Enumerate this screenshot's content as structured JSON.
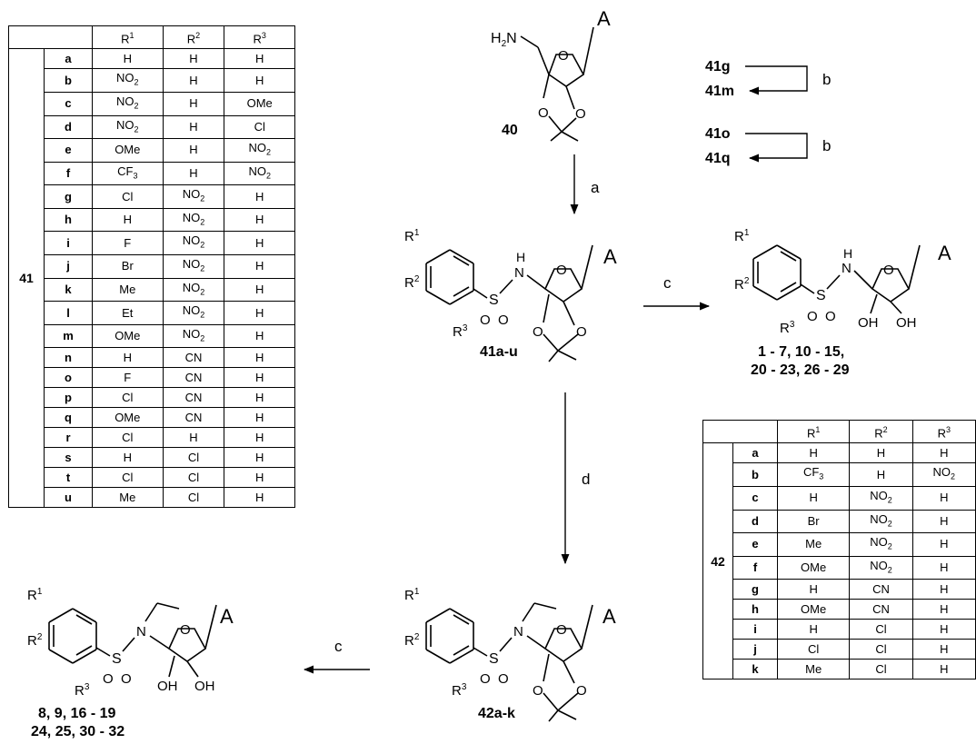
{
  "compound_start": "40",
  "substituent_A": "A",
  "amine_label": "H2N",
  "atoms": {
    "O": "O",
    "N": "N",
    "S": "S",
    "H": "H",
    "OH": "OH"
  },
  "substituents": {
    "r1": "R1",
    "r2": "R2",
    "r3": "R3"
  },
  "reagents": {
    "a": "a",
    "b": "b",
    "c": "c",
    "d": "d"
  },
  "products": {
    "sulfonamide_label": "41a-u",
    "diol_label_line1": "1 - 7, 10 - 15,",
    "diol_label_line2": "20 - 23, 26 - 29",
    "ethyl_label": "42a-k",
    "ethyl_diol_line1": "8, 9, 16 - 19",
    "ethyl_diol_line2": "24, 25, 30 - 32"
  },
  "conversions": [
    {
      "from": "41g",
      "to": "41m",
      "reagent": "b"
    },
    {
      "from": "41o",
      "to": "41q",
      "reagent": "b"
    }
  ],
  "table41": {
    "group": "41",
    "headers": [
      "R1",
      "R2",
      "R3"
    ],
    "rows": [
      {
        "key": "a",
        "r1": "H",
        "r2": "H",
        "r3": "H"
      },
      {
        "key": "b",
        "r1": "NO2",
        "r2": "H",
        "r3": "H"
      },
      {
        "key": "c",
        "r1": "NO2",
        "r2": "H",
        "r3": "OMe"
      },
      {
        "key": "d",
        "r1": "NO2",
        "r2": "H",
        "r3": "Cl"
      },
      {
        "key": "e",
        "r1": "OMe",
        "r2": "H",
        "r3": "NO2"
      },
      {
        "key": "f",
        "r1": "CF3",
        "r2": "H",
        "r3": "NO2"
      },
      {
        "key": "g",
        "r1": "Cl",
        "r2": "NO2",
        "r3": "H"
      },
      {
        "key": "h",
        "r1": "H",
        "r2": "NO2",
        "r3": "H"
      },
      {
        "key": "i",
        "r1": "F",
        "r2": "NO2",
        "r3": "H"
      },
      {
        "key": "j",
        "r1": "Br",
        "r2": "NO2",
        "r3": "H"
      },
      {
        "key": "k",
        "r1": "Me",
        "r2": "NO2",
        "r3": "H"
      },
      {
        "key": "l",
        "r1": "Et",
        "r2": "NO2",
        "r3": "H"
      },
      {
        "key": "m",
        "r1": "OMe",
        "r2": "NO2",
        "r3": "H"
      },
      {
        "key": "n",
        "r1": "H",
        "r2": "CN",
        "r3": "H"
      },
      {
        "key": "o",
        "r1": "F",
        "r2": "CN",
        "r3": "H"
      },
      {
        "key": "p",
        "r1": "Cl",
        "r2": "CN",
        "r3": "H"
      },
      {
        "key": "q",
        "r1": "OMe",
        "r2": "CN",
        "r3": "H"
      },
      {
        "key": "r",
        "r1": "Cl",
        "r2": "H",
        "r3": "H"
      },
      {
        "key": "s",
        "r1": "H",
        "r2": "Cl",
        "r3": "H"
      },
      {
        "key": "t",
        "r1": "Cl",
        "r2": "Cl",
        "r3": "H"
      },
      {
        "key": "u",
        "r1": "Me",
        "r2": "Cl",
        "r3": "H"
      }
    ]
  },
  "table42": {
    "group": "42",
    "headers": [
      "R1",
      "R2",
      "R3"
    ],
    "rows": [
      {
        "key": "a",
        "r1": "H",
        "r2": "H",
        "r3": "H"
      },
      {
        "key": "b",
        "r1": "CF3",
        "r2": "H",
        "r3": "NO2"
      },
      {
        "key": "c",
        "r1": "H",
        "r2": "NO2",
        "r3": "H"
      },
      {
        "key": "d",
        "r1": "Br",
        "r2": "NO2",
        "r3": "H"
      },
      {
        "key": "e",
        "r1": "Me",
        "r2": "NO2",
        "r3": "H"
      },
      {
        "key": "f",
        "r1": "OMe",
        "r2": "NO2",
        "r3": "H"
      },
      {
        "key": "g",
        "r1": "H",
        "r2": "CN",
        "r3": "H"
      },
      {
        "key": "h",
        "r1": "OMe",
        "r2": "CN",
        "r3": "H"
      },
      {
        "key": "i",
        "r1": "H",
        "r2": "Cl",
        "r3": "H"
      },
      {
        "key": "j",
        "r1": "Cl",
        "r2": "Cl",
        "r3": "H"
      },
      {
        "key": "k",
        "r1": "Me",
        "r2": "Cl",
        "r3": "H"
      }
    ]
  }
}
